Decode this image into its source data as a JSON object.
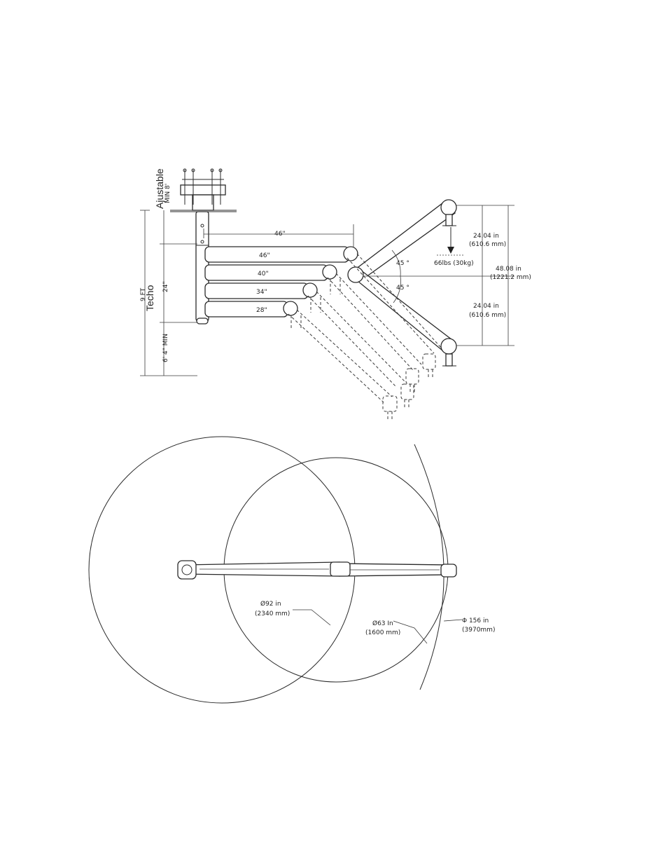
{
  "side_view": {
    "ceiling_label": "Ajustable",
    "ceiling_min": "MIN 8'",
    "techo_label": "Techo",
    "height_label": "9 FT",
    "drop_label": "24\"",
    "min_height_label": "6' 4\" MIN",
    "reach_label": "46\"",
    "arm_lengths": [
      "46\"",
      "40\"",
      "34\"",
      "28\""
    ],
    "angle_upper": "45 °",
    "angle_lower": "45 °",
    "load_label": "66lbs (30kg)",
    "upper_dim": "24.04 in",
    "upper_dim_mm": "(610.6 mm)",
    "total_dim": "48.08 in",
    "total_dim_mm": "(1221.2 mm)",
    "lower_dim": "24.04 in",
    "lower_dim_mm": "(610.6 mm)"
  },
  "top_view": {
    "circle1": "Ø92 in",
    "circle1_mm": "(2340 mm)",
    "circle2": "Ø63 In",
    "circle2_mm": "(1600 mm)",
    "circle3": "Φ 156 in",
    "circle3_mm": "(3970mm)"
  }
}
